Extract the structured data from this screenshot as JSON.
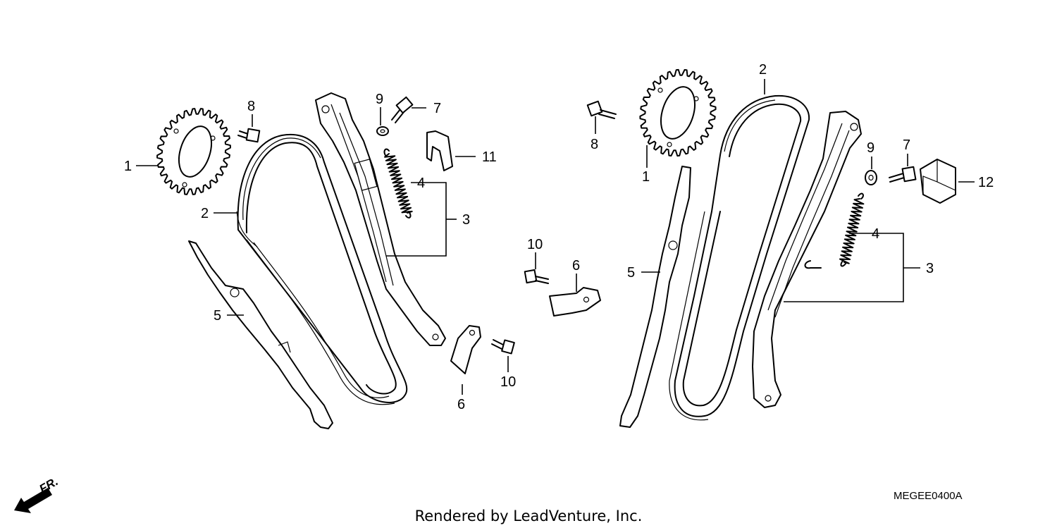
{
  "diagram": {
    "code": "MEGEE0400A",
    "credit": "Rendered by LeadVenture, Inc.",
    "direction_label": "FR.",
    "direction_icon": "front-arrow-icon",
    "callouts": {
      "left": {
        "c1": "1",
        "c2": "2",
        "c3": "3",
        "c4": "4",
        "c5": "5",
        "c6": "6",
        "c7": "7",
        "c8": "8",
        "c9": "9",
        "c10": "10",
        "c11": "11"
      },
      "center": {
        "c6": "6",
        "c10": "10"
      },
      "right": {
        "c1": "1",
        "c2": "2",
        "c3": "3",
        "c4": "4",
        "c5": "5",
        "c7": "7",
        "c8": "8",
        "c9": "9",
        "c12": "12"
      }
    }
  }
}
